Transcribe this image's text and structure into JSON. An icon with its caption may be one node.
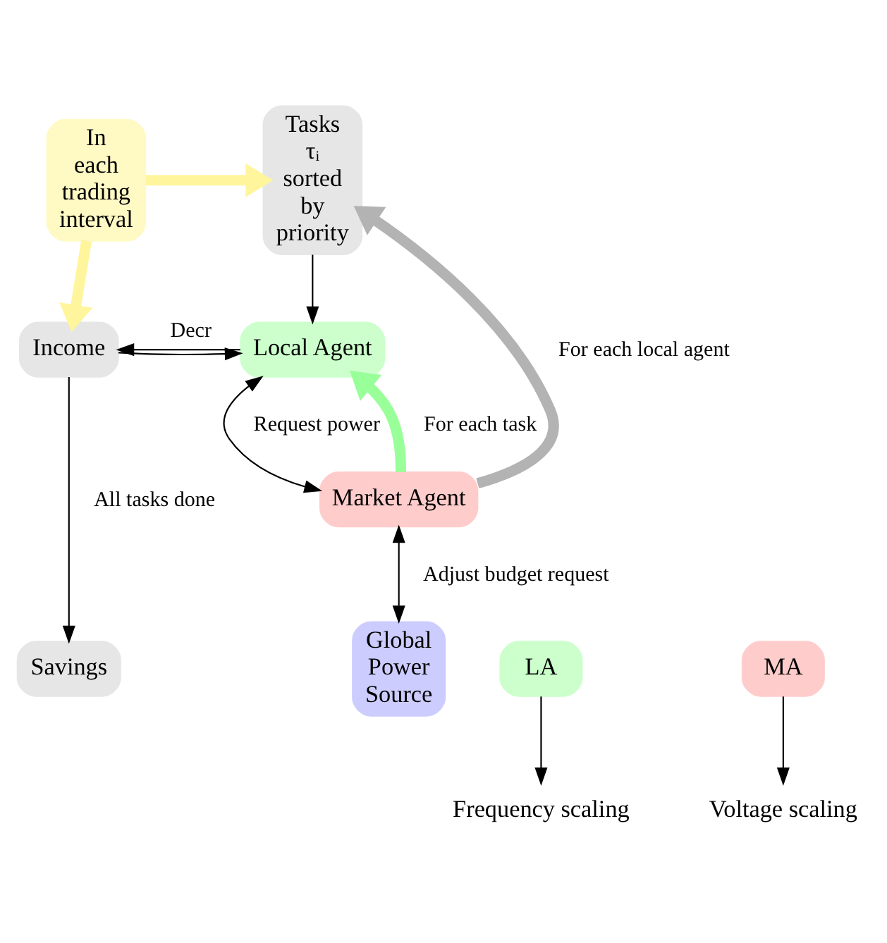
{
  "diagram": {
    "nodes": [
      {
        "text": [
          "In each trading interval"
        ]
      },
      {
        "text": [
          "Tasks τᵢ sorted by priority"
        ]
      },
      {
        "text": [
          "Income"
        ]
      },
      {
        "text": [
          "Local Agent"
        ]
      },
      {
        "text": [
          "Market Agent"
        ]
      },
      {
        "text": [
          "Global Power Source"
        ]
      },
      {
        "text": [
          "Savings"
        ]
      },
      {
        "text": [
          "LA"
        ]
      },
      {
        "text": [
          "Frequency scaling"
        ]
      },
      {
        "text": [
          "MA"
        ]
      },
      {
        "text": [
          "Voltage scaling"
        ]
      }
    ],
    "edges": [
      {
        "from": 0,
        "to": 1,
        "arrow": "to",
        "style": "thick",
        "color": "#fff59d"
      },
      {
        "from": 0,
        "to": 2,
        "arrow": "to",
        "style": "thick",
        "color": "#fff59d"
      },
      {
        "from": 1,
        "to": 3,
        "arrow": "to"
      },
      {
        "from": 2,
        "to": 3,
        "arrow": "to"
      },
      {
        "from": 3,
        "to": 2,
        "arrow": "to",
        "label": "Decr"
      },
      {
        "from": 3,
        "to": 4,
        "arrow": "both",
        "label": "Request power"
      },
      {
        "from": 4,
        "to": 5,
        "arrow": "both",
        "label": "Adjust budget request"
      },
      {
        "from": 2,
        "to": 6,
        "arrow": "to",
        "label": "All tasks done"
      },
      {
        "from": 4,
        "to": 3,
        "arrow": "to",
        "style": "thick",
        "color": "#99ff99",
        "label": "For each task"
      },
      {
        "from": 4,
        "to": 1,
        "arrow": "to",
        "style": "thick",
        "color": "#b3b3b3",
        "label": "For each local agent"
      },
      {
        "from": 7,
        "to": 8,
        "arrow": "to"
      },
      {
        "from": 9,
        "to": 10,
        "arrow": "to"
      }
    ]
  }
}
